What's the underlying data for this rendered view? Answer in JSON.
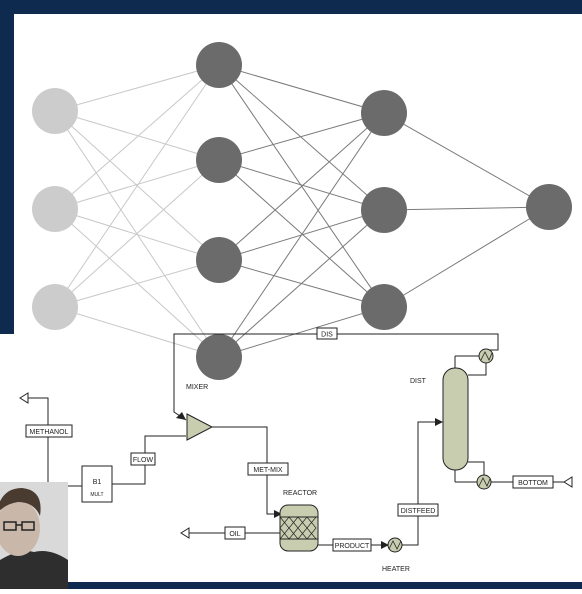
{
  "colors": {
    "frame": "#0f2a4f",
    "input_node": "#cccccc",
    "hidden_node": "#6b6b6b",
    "edge_light": "#c8c8c8",
    "edge_dark": "#7a7a7a",
    "equipment": "#c9cdb0",
    "line": "#222222"
  },
  "flowsheet": {
    "streams": {
      "methanol": "METHANOL",
      "flow": "FLOW",
      "dis": "DIS",
      "met_mix": "MET-MIX",
      "oil": "OIL",
      "product": "PRODUCT",
      "distfeed": "DISTFEED",
      "bottom": "BOTTOM"
    },
    "blocks": {
      "b1": "B1",
      "b1_sub": "MULT",
      "mixer": "MIXER",
      "reactor": "REACTOR",
      "heater": "HEATER",
      "dist": "DIST"
    }
  },
  "icons": {
    "input_arrow": "open-arrow-icon",
    "person": "person-photo"
  }
}
